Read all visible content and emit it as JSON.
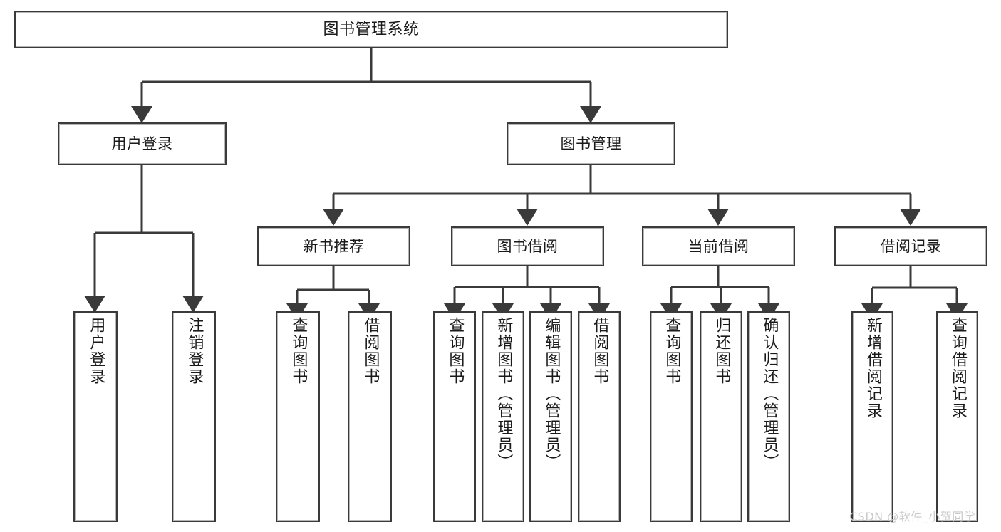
{
  "diagram": {
    "title": "图书管理系统",
    "type": "tree",
    "orientation": "top-down",
    "colors": {
      "node_border": "#3a3a3a",
      "node_fill": "#ffffff",
      "connector": "#3a3a3a",
      "text": "#1a1a1a",
      "watermark": "#c9c9c9",
      "background": "#ffffff"
    },
    "watermark": "CSDN @软件_小贺同学",
    "nodes": {
      "root": {
        "label": "图书管理系统"
      },
      "level2": [
        {
          "label": "用户登录"
        },
        {
          "label": "图书管理"
        }
      ],
      "level3": [
        {
          "label": "新书推荐"
        },
        {
          "label": "图书借阅"
        },
        {
          "label": "当前借阅"
        },
        {
          "label": "借阅记录"
        }
      ],
      "leaves": {
        "user_login": [
          {
            "label": "用户登录"
          },
          {
            "label": "注销登录"
          }
        ],
        "new_book": [
          {
            "label": "查询图书"
          },
          {
            "label": "借阅图书"
          }
        ],
        "book_borrow": [
          {
            "label": "查询图书"
          },
          {
            "label": "新增图书（管理员）"
          },
          {
            "label": "编辑图书（管理员）"
          },
          {
            "label": "借阅图书"
          }
        ],
        "current_borrow": [
          {
            "label": "查询图书"
          },
          {
            "label": "归还图书"
          },
          {
            "label": "确认归还（管理员）"
          }
        ],
        "borrow_record": [
          {
            "label": "新增借阅记录"
          },
          {
            "label": "查询借阅记录"
          }
        ]
      }
    }
  }
}
